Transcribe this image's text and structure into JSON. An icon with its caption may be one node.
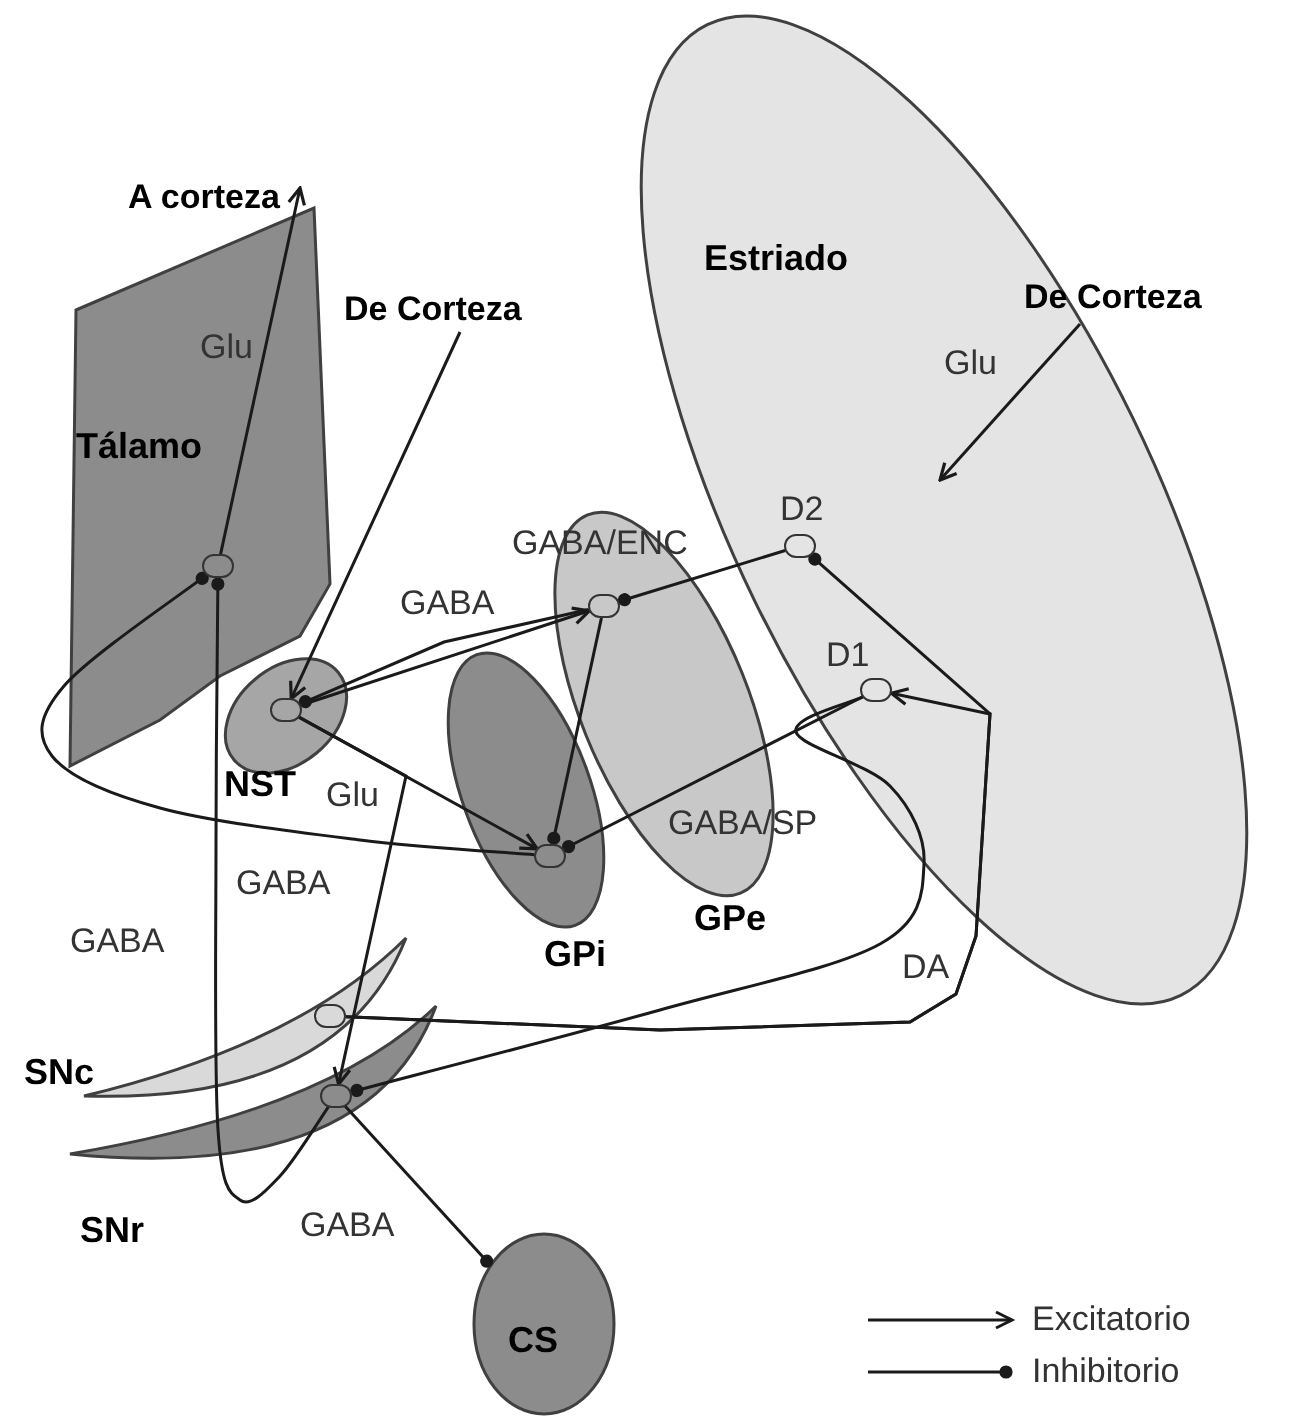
{
  "diagram": {
    "nodes": [
      {
        "text": [
          "A corteza"
        ]
      },
      {
        "text": [
          "Tálamo"
        ]
      },
      {
        "text": [],
        "shape": "circle",
        "in": 1
      },
      {
        "text": [
          "De Corteza"
        ]
      },
      {
        "text": [
          "Estriado"
        ]
      },
      {
        "text": [
          "De Corteza"
        ]
      },
      {
        "text": [],
        "shape": "circle",
        "in": 4,
        "beside": [
          "D2"
        ]
      },
      {
        "text": [],
        "shape": "circle",
        "in": 4,
        "beside": [
          "D1"
        ]
      },
      {
        "text": [
          "NST"
        ]
      },
      {
        "text": [],
        "shape": "circle",
        "in": 8
      },
      {
        "text": [
          "GPe"
        ]
      },
      {
        "text": [],
        "shape": "circle",
        "in": 10
      },
      {
        "text": [
          "GPi"
        ]
      },
      {
        "text": [],
        "shape": "circle",
        "in": 12
      },
      {
        "text": [
          "SNc"
        ]
      },
      {
        "text": [],
        "shape": "circle",
        "in": 14
      },
      {
        "text": [
          "SNr"
        ]
      },
      {
        "text": [],
        "shape": "circle",
        "in": 16
      },
      {
        "text": [
          "CS"
        ]
      }
    ],
    "edges": [
      {
        "from": 2,
        "to": 0,
        "arrow": "to",
        "label": "Glu"
      },
      {
        "from": 3,
        "to": 9,
        "arrow": "to"
      },
      {
        "from": 5,
        "to": null,
        "arrow": "to",
        "label": "Glu"
      },
      {
        "from": 9,
        "to": 11,
        "arrow": "to"
      },
      {
        "from": 11,
        "to": 9,
        "arrow": "other",
        "label": "GABA"
      },
      {
        "from": 9,
        "to": 13,
        "arrow": "to"
      },
      {
        "from": 9,
        "to": 17,
        "arrow": "to",
        "label": "Glu"
      },
      {
        "from": 11,
        "to": 13,
        "arrow": "other"
      },
      {
        "from": 6,
        "to": 11,
        "arrow": "other",
        "label": "GABA/ENC"
      },
      {
        "from": 7,
        "to": 13,
        "arrow": "other",
        "label": "GABA/SP"
      },
      {
        "from": 7,
        "to": 17,
        "arrow": "other"
      },
      {
        "from": 15,
        "to": 7,
        "arrow": "to",
        "label": "DA"
      },
      {
        "from": 15,
        "to": 6,
        "arrow": "other"
      },
      {
        "from": 13,
        "to": 2,
        "arrow": "other",
        "label": "GABA"
      },
      {
        "from": 17,
        "to": 2,
        "arrow": "other",
        "label": "GABA"
      },
      {
        "from": 17,
        "to": 18,
        "arrow": "other",
        "label": "GABA"
      }
    ],
    "legend": [
      {
        "text": "Excitatorio"
      },
      {
        "text": "Inhibitorio"
      }
    ]
  }
}
